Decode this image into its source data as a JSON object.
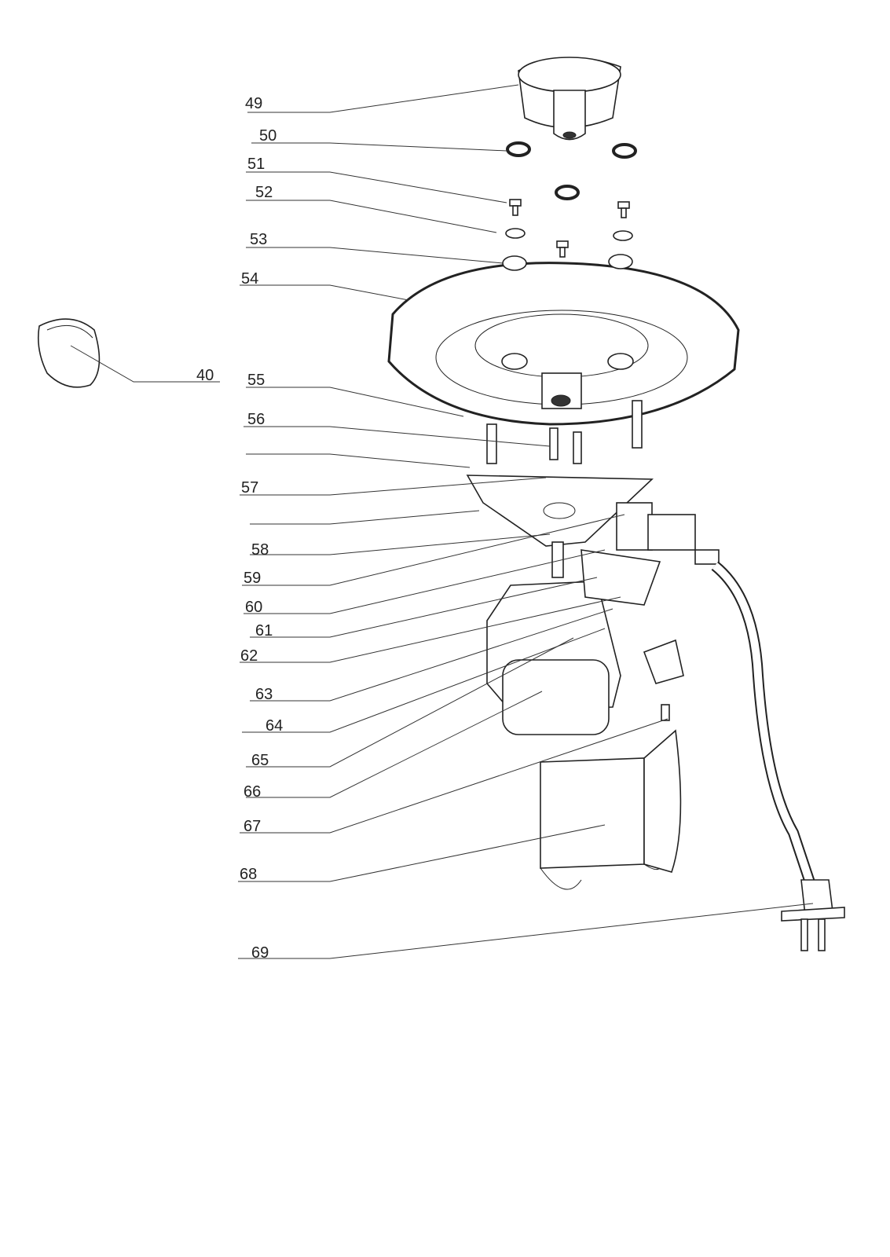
{
  "diagram": {
    "type": "exploded parts diagram",
    "callouts": [
      {
        "id": "49",
        "label": "49"
      },
      {
        "id": "50",
        "label": "50"
      },
      {
        "id": "51",
        "label": "51"
      },
      {
        "id": "52",
        "label": "52"
      },
      {
        "id": "53",
        "label": "53"
      },
      {
        "id": "54",
        "label": "54"
      },
      {
        "id": "40",
        "label": "40"
      },
      {
        "id": "55",
        "label": "55"
      },
      {
        "id": "56",
        "label": "56"
      },
      {
        "id": "u1",
        "label": ""
      },
      {
        "id": "57",
        "label": "57"
      },
      {
        "id": "u2",
        "label": ""
      },
      {
        "id": "58",
        "label": "58"
      },
      {
        "id": "59",
        "label": "59"
      },
      {
        "id": "60",
        "label": "60"
      },
      {
        "id": "61",
        "label": "61"
      },
      {
        "id": "62",
        "label": "62"
      },
      {
        "id": "63",
        "label": "63"
      },
      {
        "id": "64",
        "label": "64"
      },
      {
        "id": "65",
        "label": "65"
      },
      {
        "id": "66",
        "label": "66"
      },
      {
        "id": "67",
        "label": "67"
      },
      {
        "id": "68",
        "label": "68"
      },
      {
        "id": "69",
        "label": "69"
      }
    ],
    "line_color": "#222222"
  }
}
